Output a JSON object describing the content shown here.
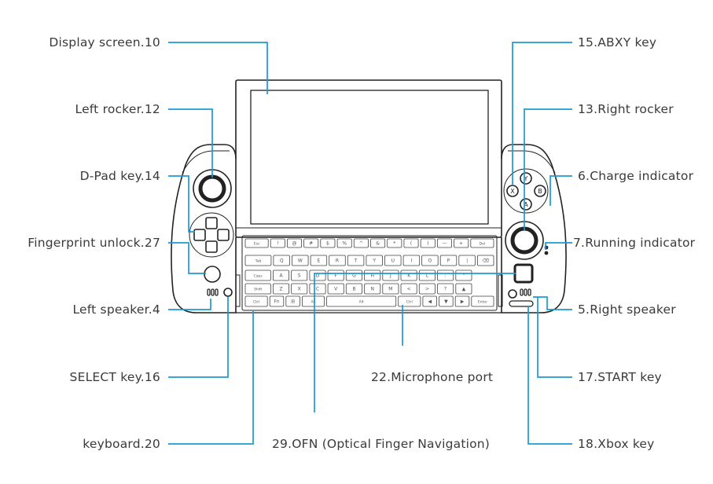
{
  "labels": {
    "display_screen": "Display screen.10",
    "left_rocker": "Left rocker.12",
    "dpad_key": "D-Pad key.14",
    "fingerprint_unlock": "Fingerprint unlock.27",
    "left_speaker": "Left speaker.4",
    "select_key": "SELECT key.16",
    "keyboard": "keyboard.20",
    "ofn": "29.OFN (Optical Finger Navigation)",
    "microphone_port": "22.Microphone port",
    "abxy_key": "15.ABXY key",
    "right_rocker": "13.Right rocker",
    "charge_indicator": "6.Charge indicator",
    "running_indicator": "7.Running indicator",
    "right_speaker": "5.Right speaker",
    "start_key": "17.START key",
    "xbox_key": "18.Xbox key"
  },
  "keyboard_keys": {
    "row1": [
      "Esc",
      "!",
      "@",
      "#",
      "$",
      "%",
      "^",
      "&",
      "*",
      "(",
      ")",
      "—",
      "+",
      "Del"
    ],
    "row2": [
      "Tab",
      "Q",
      "W",
      "E",
      "R",
      "T",
      "Y",
      "U",
      "I",
      "O",
      "P",
      "|",
      "⌫"
    ],
    "row3": [
      "Caps",
      "A",
      "S",
      "D",
      "F",
      "G",
      "H",
      "J",
      "K",
      "L",
      ":",
      "\""
    ],
    "row4": [
      "Shift",
      "Z",
      "X",
      "C",
      "V",
      "B",
      "N",
      "M",
      "<",
      ">",
      "?",
      "▲"
    ],
    "row5": [
      "Ctrl",
      "Fn",
      "⊞",
      "Alt",
      "Alt",
      "Ctrl",
      "◀",
      "▼",
      "▶",
      "Enter"
    ]
  },
  "face_buttons": [
    "Y",
    "X",
    "B",
    "A"
  ],
  "colors": {
    "callout": "#1a9ad6",
    "device_outline": "#222222",
    "label_text": "#3a3a3a"
  }
}
